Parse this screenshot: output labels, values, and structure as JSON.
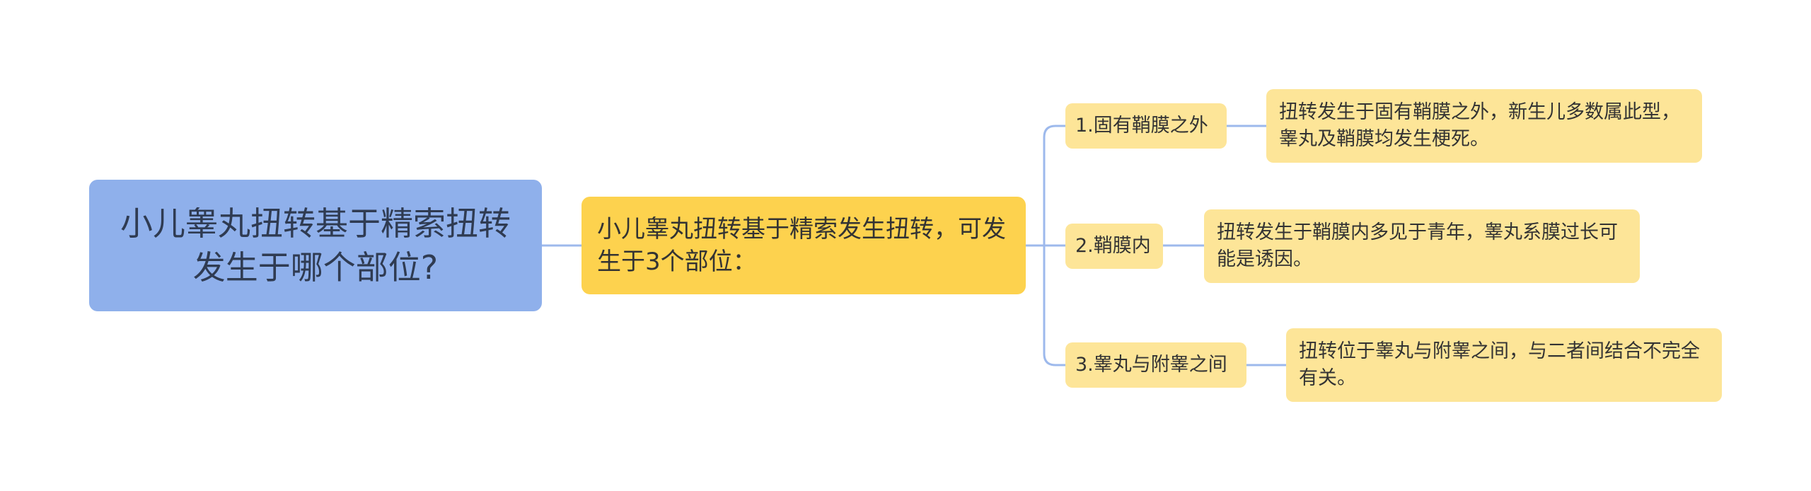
{
  "root": {
    "text": "小儿睾丸扭转基于精索扭转发生于哪个部位?"
  },
  "main": {
    "text": "小儿睾丸扭转基于精索发生扭转，可发生于3个部位："
  },
  "branches": [
    {
      "label": "1.固有鞘膜之外",
      "detail": "扭转发生于固有鞘膜之外，新生儿多数属此型，睾丸及鞘膜均发生梗死。"
    },
    {
      "label": "2.鞘膜内",
      "detail": "扭转发生于鞘膜内多见于青年，睾丸系膜过长可能是诱因。"
    },
    {
      "label": "3.睾丸与附睾之间",
      "detail": "扭转位于睾丸与附睾之间，与二者间结合不完全有关。"
    }
  ],
  "colors": {
    "root_fill": "#8fb0eb",
    "main_fill": "#fdd24e",
    "branch_fill": "#fde598",
    "connector": "#9db9ec"
  }
}
